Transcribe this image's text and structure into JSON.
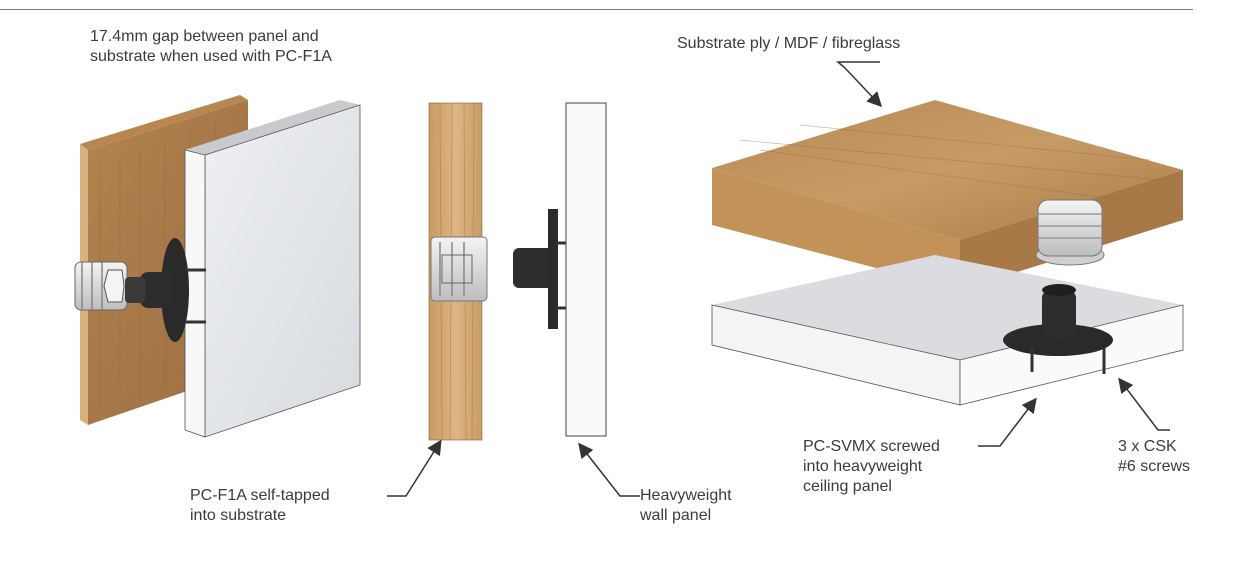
{
  "diagram": {
    "header_fragment": "",
    "labels": {
      "gap_note": [
        "17.4mm gap between panel and",
        "substrate when used with PC-F1A"
      ],
      "substrate": [
        "Substrate ply / MDF / fibreglass"
      ],
      "pcf1a": [
        "PC-F1A self-tapped",
        "into substrate"
      ],
      "wall_panel": [
        "Heavyweight",
        "wall panel"
      ],
      "pcsvmx": [
        "PC-SVMX screwed",
        "into heavyweight",
        "ceiling panel"
      ],
      "screws": [
        "3 x CSK",
        "#6 screws"
      ]
    },
    "colors": {
      "wood_light": "#d9b482",
      "wood_mid": "#c59a63",
      "wood_dark": "#a8784a",
      "panel_face": "#e4e6ea",
      "panel_side": "#f7f7f7",
      "fixing_black": "#2a2a2a",
      "insert_grey": "#e2e2e2",
      "line": "#333333"
    },
    "icons": [
      "arrow-icon",
      "screw-icon",
      "threaded-insert-icon",
      "mount-disc-icon"
    ]
  }
}
